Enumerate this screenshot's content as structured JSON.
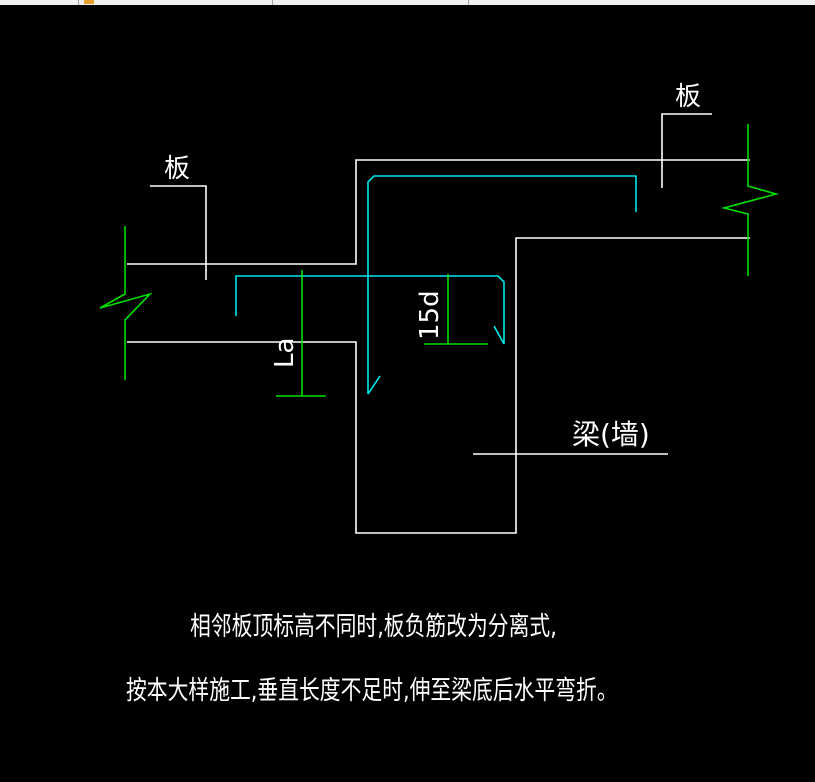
{
  "labels": {
    "slab_left": "板",
    "slab_right": "板",
    "beam_wall": "梁(墙)",
    "anchor_length": "La",
    "hook_length": "15d"
  },
  "notes": {
    "line1": "相邻板顶标高不同时,板负筋改为分离式,",
    "line2": "按本大样施工,垂直长度不足时,伸至梁底后水平弯折。"
  },
  "colors": {
    "background": "#000000",
    "outline": "#ffffff",
    "rebar": "#00e5e5",
    "dimension": "#00e000"
  }
}
